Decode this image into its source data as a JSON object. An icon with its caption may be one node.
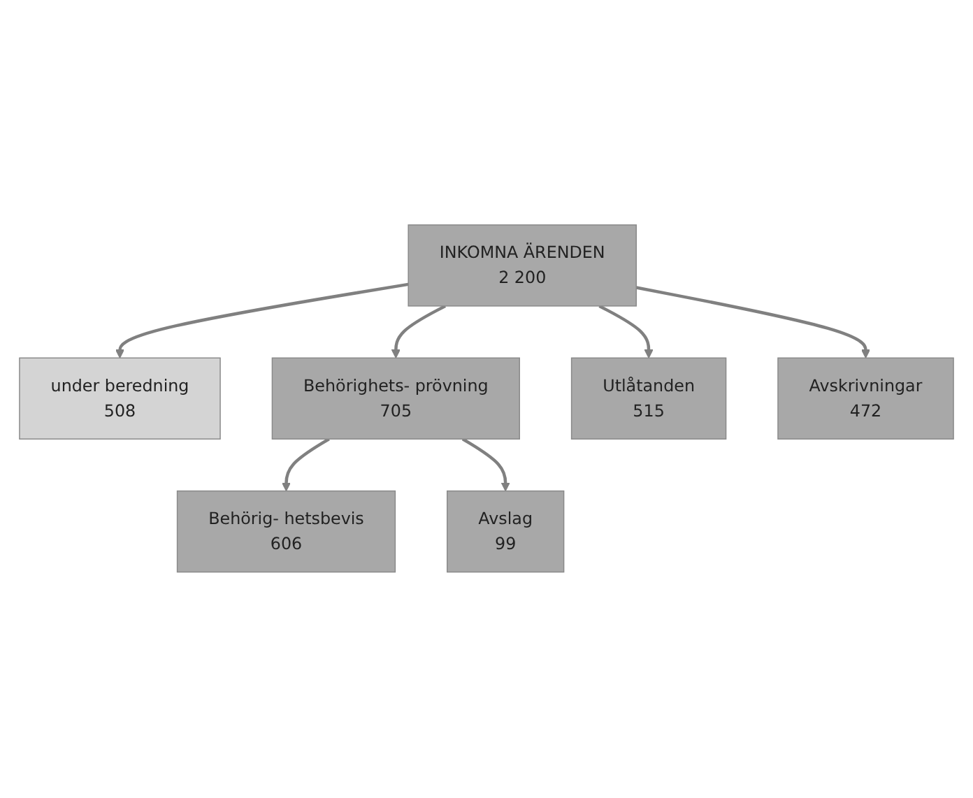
{
  "diagram": {
    "nodes": [
      {
        "text": [
          "INKOMNA ÄRENDEN",
          "2 200"
        ]
      },
      {
        "text": [
          "under beredning",
          "508"
        ]
      },
      {
        "text": [
          "Behörighets- prövning",
          "705"
        ]
      },
      {
        "text": [
          "Behörig- hetsbevis",
          "606"
        ]
      },
      {
        "text": [
          "Avslag",
          "99"
        ]
      },
      {
        "text": [
          "Utlåtanden",
          "515"
        ]
      },
      {
        "text": [
          "Avskrivningar",
          "472"
        ]
      }
    ],
    "edges": [
      {
        "from": 0,
        "to": 1,
        "arrow": "to"
      },
      {
        "from": 0,
        "to": 2,
        "arrow": "to"
      },
      {
        "from": 2,
        "to": 3,
        "arrow": "to"
      },
      {
        "from": 2,
        "to": 4,
        "arrow": "to"
      },
      {
        "from": 0,
        "to": 5,
        "arrow": "to"
      },
      {
        "from": 0,
        "to": 6,
        "arrow": "to"
      }
    ]
  }
}
